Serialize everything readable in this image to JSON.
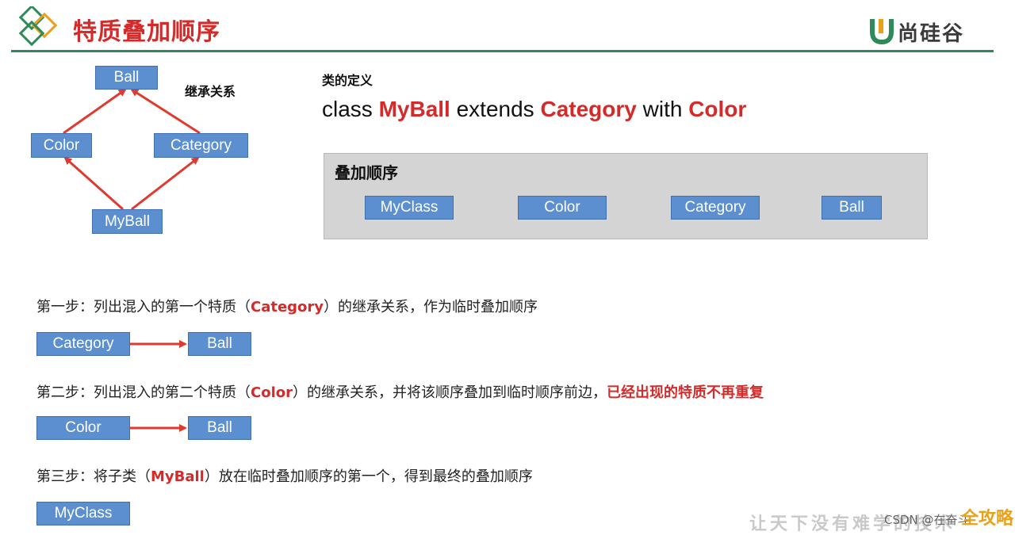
{
  "header": {
    "title": "特质叠加顺序",
    "logo_text": "尚硅谷"
  },
  "diagram": {
    "label": "继承关系",
    "nodes": {
      "ball": "Ball",
      "color": "Color",
      "category": "Category",
      "myball": "MyBall"
    }
  },
  "definition": {
    "label": "类的定义",
    "parts": [
      "class ",
      "MyBall",
      " extends ",
      "Category",
      " with ",
      "Color"
    ]
  },
  "order_panel": {
    "title": "叠加顺序",
    "items": [
      "MyClass",
      "Color",
      "Category",
      "Ball"
    ]
  },
  "steps": [
    {
      "prefix": "第一步：列出混入的第一个特质（",
      "trait": "Category",
      "suffix": "）的继承关系，作为临时叠加顺序",
      "tail": "",
      "chain": [
        "Category",
        "Ball"
      ]
    },
    {
      "prefix": "第二步：列出混入的第二个特质（",
      "trait": "Color",
      "suffix": "）的继承关系，并将该顺序叠加到临时顺序前边，",
      "tail": "已经出现的特质不再重复",
      "chain": [
        "Color",
        "Ball"
      ]
    },
    {
      "prefix": "第三步：将子类（",
      "trait": "MyBall",
      "suffix": "）放在临时叠加顺序的第一个，得到最终的叠加顺序",
      "tail": "",
      "chain": [
        "MyClass"
      ]
    }
  ],
  "footer": {
    "watermark": "让天下没有难学的技术",
    "csdn": "CSDN @在奋斗",
    "corner": "全攻略"
  },
  "colors": {
    "accent": "#d42a2a",
    "box": "#5b8fd0",
    "rule": "#2f8a5a",
    "arrow": "#e03a2f"
  }
}
